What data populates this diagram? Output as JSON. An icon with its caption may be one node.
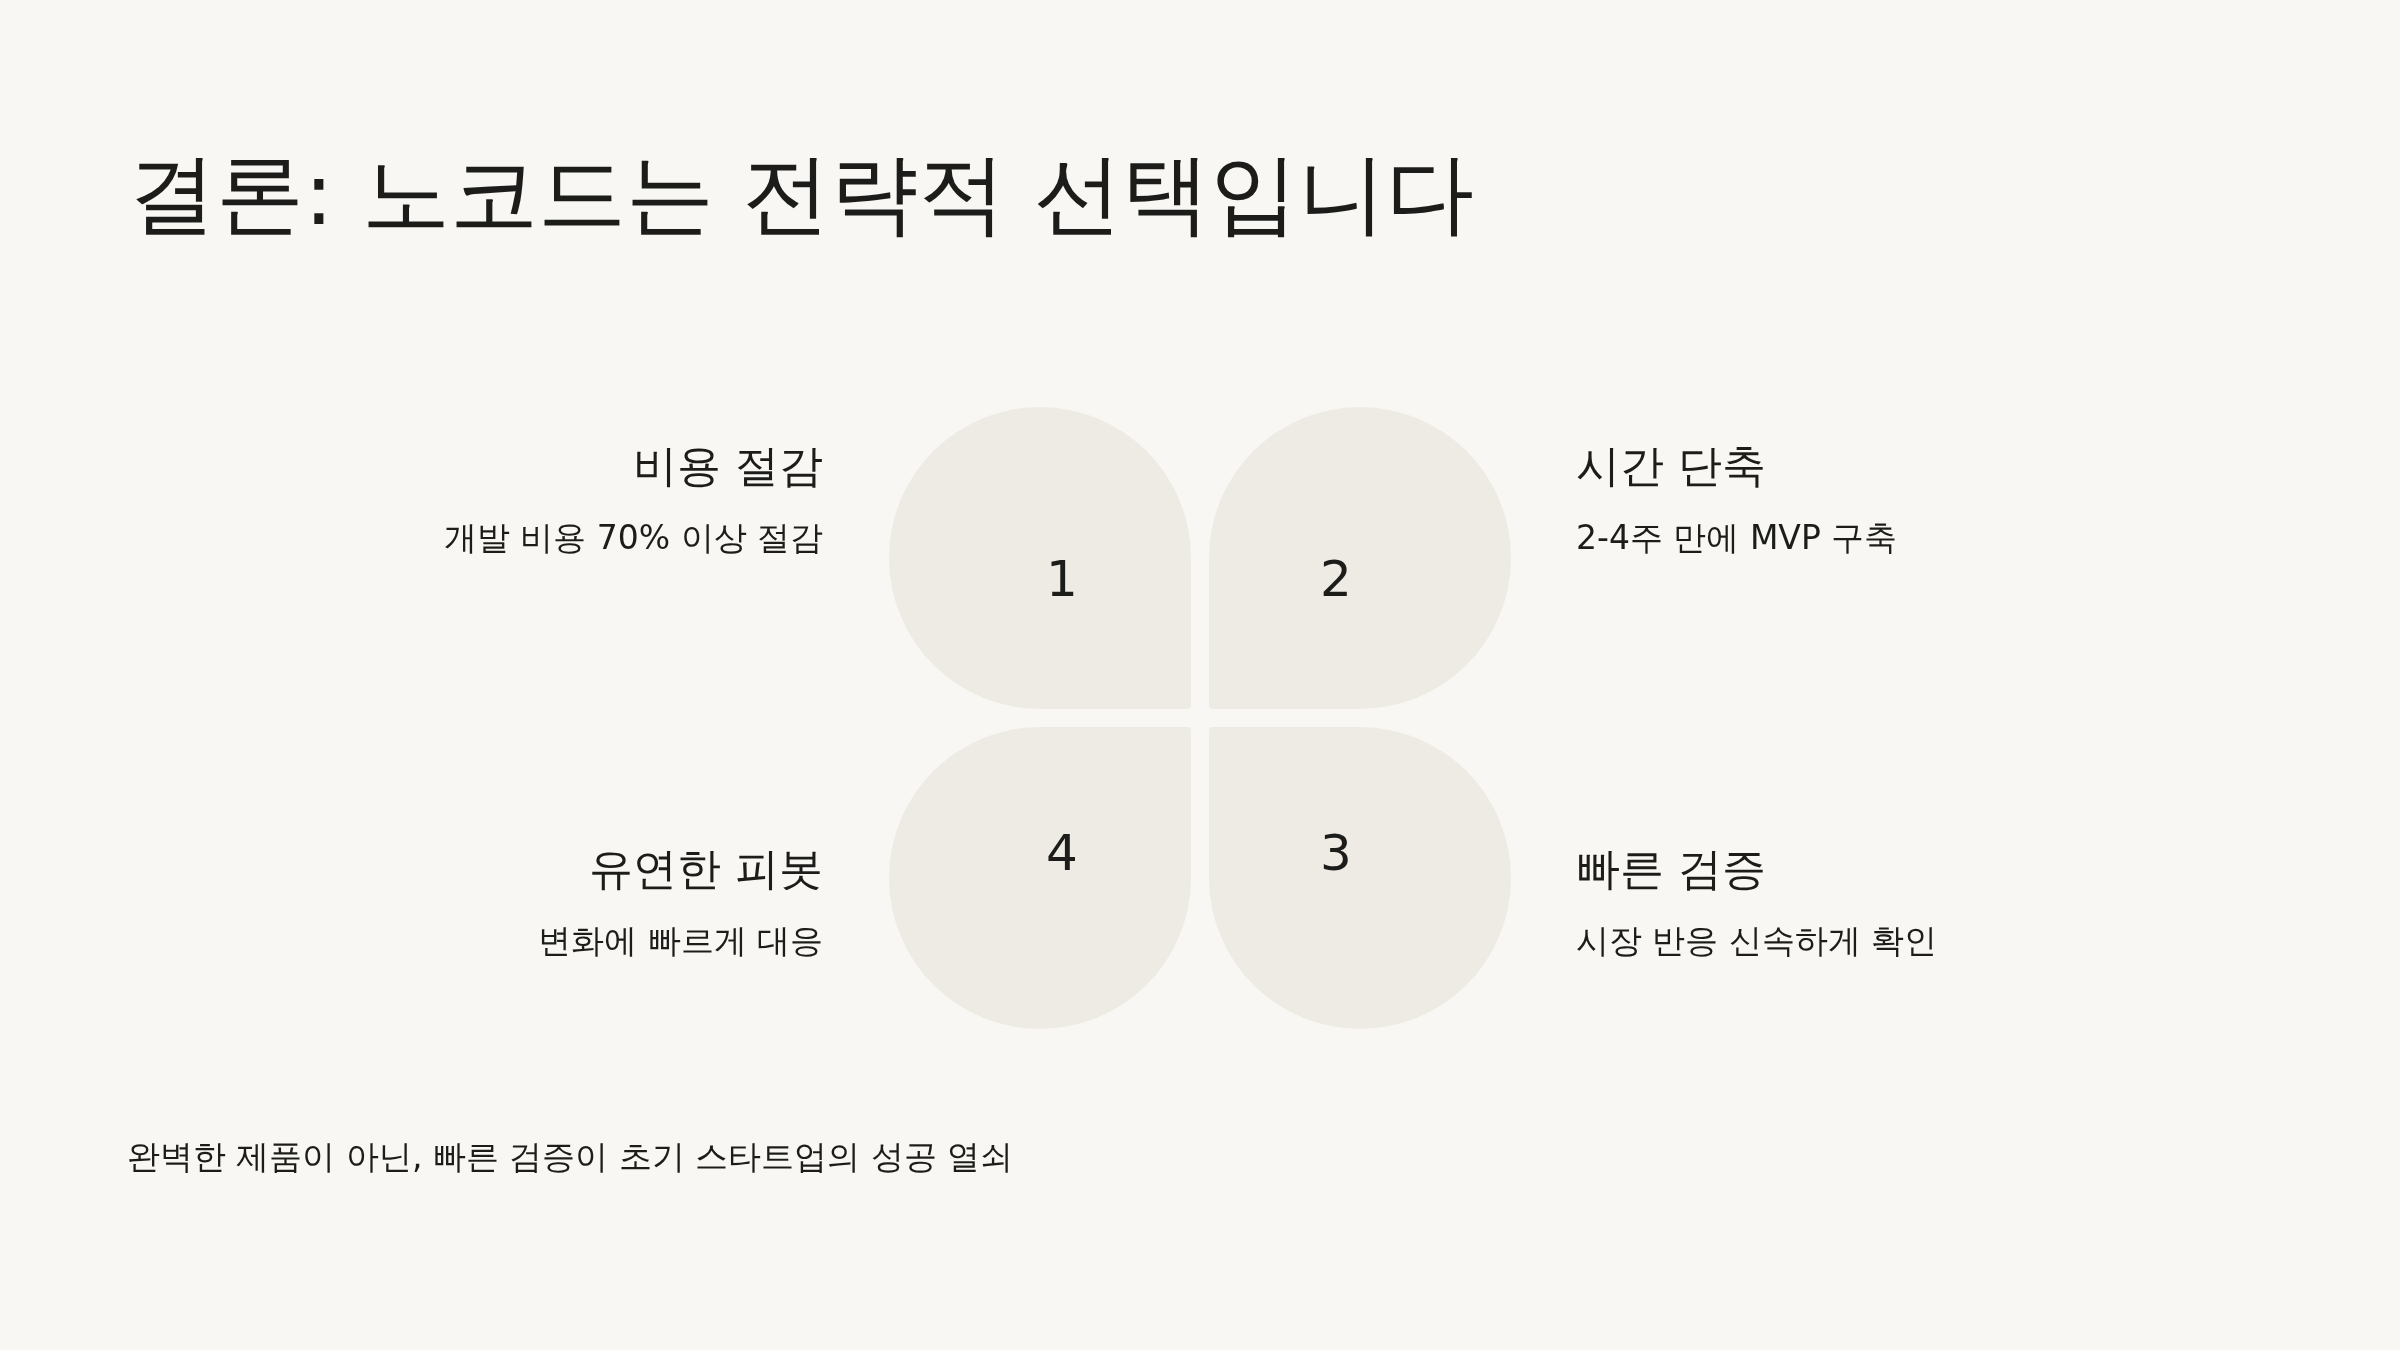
{
  "diagram": {
    "title": "결론: 노코드는 전략적 선택입니다",
    "nodes": [
      {
        "text": [
          "1"
        ],
        "beside": [
          "비용 절감",
          "개발 비용 70% 이상 절감"
        ]
      },
      {
        "text": [
          "2"
        ],
        "beside": [
          "시간 단축",
          "2-4주 만에 MVP 구축"
        ]
      },
      {
        "text": [
          "4"
        ],
        "beside": [
          "유연한 피봇",
          "변화에 빠르게 대응"
        ]
      },
      {
        "text": [
          "3"
        ],
        "beside": [
          "빠른 검증",
          "시장 반응 신속하게 확인"
        ]
      }
    ],
    "labels": [
      "완벽한 제품이 아닌, 빠른 검증이 초기 스타트업의 성공 열쇠"
    ]
  }
}
